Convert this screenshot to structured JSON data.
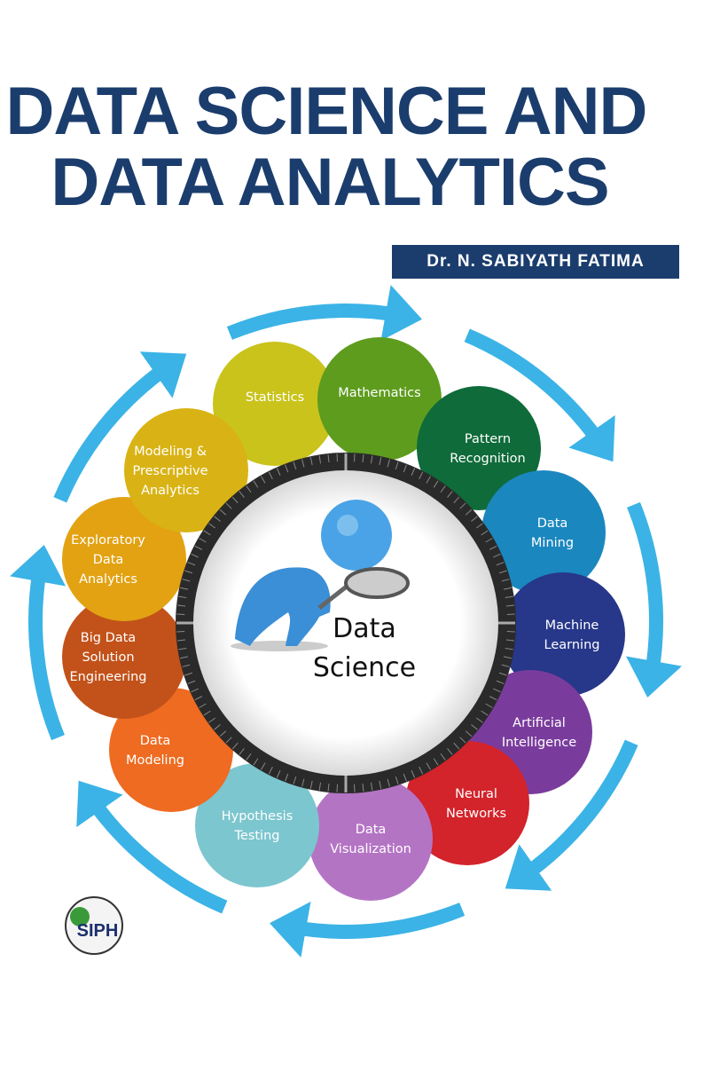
{
  "cover": {
    "title_line1": "DATA SCIENCE AND",
    "title_line2": "DATA ANALYTICS",
    "author": "Dr. N. SABIYATH FATIMA",
    "center_label_line1": "Data",
    "center_label_line2": "Science",
    "publisher_logo_text": "SIPH"
  },
  "topics": [
    {
      "lines": [
        "Statistics"
      ],
      "color": "#c9c31c"
    },
    {
      "lines": [
        "Mathematics"
      ],
      "color": "#5e9c1e"
    },
    {
      "lines": [
        "Pattern",
        "Recognition"
      ],
      "color": "#0f6b3a"
    },
    {
      "lines": [
        "Data",
        "Mining"
      ],
      "color": "#1b87bf"
    },
    {
      "lines": [
        "Machine",
        "Learning"
      ],
      "color": "#27378a"
    },
    {
      "lines": [
        "Artificial",
        "Intelligence"
      ],
      "color": "#7a3c9c"
    },
    {
      "lines": [
        "Neural",
        "Networks"
      ],
      "color": "#d3232b"
    },
    {
      "lines": [
        "Data",
        "Visualization"
      ],
      "color": "#b474c4"
    },
    {
      "lines": [
        "Hypothesis",
        "Testing"
      ],
      "color": "#7cc6cf"
    },
    {
      "lines": [
        "Data",
        "Modeling"
      ],
      "color": "#ee6b21"
    },
    {
      "lines": [
        "Big Data",
        "Solution",
        "Engineering"
      ],
      "color": "#c2521a"
    },
    {
      "lines": [
        "Exploratory",
        "Data",
        "Analytics"
      ],
      "color": "#e2a212"
    },
    {
      "lines": [
        "Modeling &",
        "Prescriptive",
        "Analytics"
      ],
      "color": "#d9b315"
    }
  ],
  "colors": {
    "title": "#1b3d6d",
    "arrows": "#3bb3e6"
  }
}
